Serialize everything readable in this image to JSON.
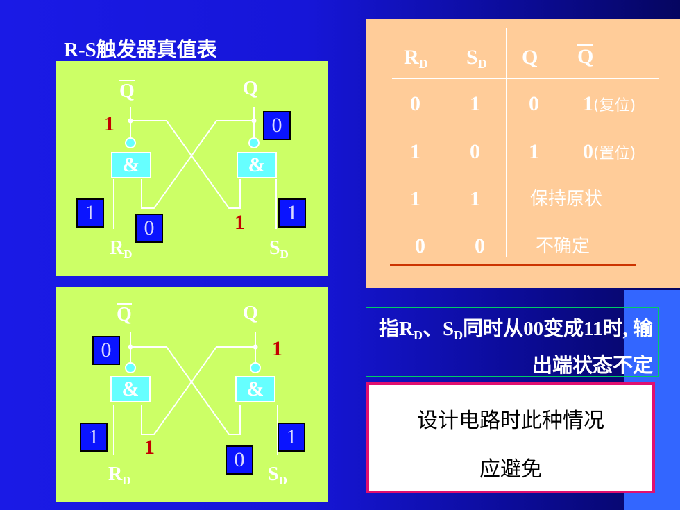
{
  "title": "R-S触发器真值表",
  "circuit_top": {
    "q_bar": "Q",
    "q": "Q",
    "gate_left": "&",
    "gate_right": "&",
    "in_r_main": "R",
    "in_r_sub": "D",
    "in_s_main": "S",
    "in_s_sub": "D",
    "q_bar_value": "1",
    "q_value": "0",
    "r_value": "1",
    "r_feedback_value": "0",
    "s_feedback_value": "1",
    "s_value": "1"
  },
  "circuit_bottom": {
    "q_bar": "Q",
    "q": "Q",
    "gate_left": "&",
    "gate_right": "&",
    "in_r_main": "R",
    "in_r_sub": "D",
    "in_s_main": "S",
    "in_s_sub": "D",
    "q_bar_value": "0",
    "q_value": "1",
    "r_value": "1",
    "r_feedback_value": "1",
    "s_feedback_value": "0",
    "s_value": "1"
  },
  "truth_table": {
    "headers": {
      "rd_main": "R",
      "rd_sub": "D",
      "sd_main": "S",
      "sd_sub": "D",
      "q": "Q",
      "q_bar": "Q"
    },
    "rows": [
      {
        "rd": "0",
        "sd": "1",
        "q": "0",
        "q_bar_num": "1",
        "q_bar_note": "(复位)"
      },
      {
        "rd": "1",
        "sd": "0",
        "q": "1",
        "q_bar_num": "0",
        "q_bar_note": "(置位)"
      },
      {
        "rd": "1",
        "sd": "1",
        "state": "保持原状"
      },
      {
        "rd": "0",
        "sd": "0",
        "state": "不确定"
      }
    ]
  },
  "note": {
    "part1": "指R",
    "sub1": "D",
    "part2": "、S",
    "sub2": "D",
    "part3": "同时从00变成11时, 输出端状态不定"
  },
  "warning": {
    "line1": "设计电路时此种情况",
    "line2": "应避免"
  },
  "colors": {
    "background": "#1a1ae6",
    "circuit_panel": "#ccff66",
    "truth_table_panel": "#ffcc99",
    "gate": "#66ffff",
    "input_box": "#0a14ff",
    "value_red": "#c40000",
    "underline": "#cc3300",
    "warning_border": "#e0106f"
  }
}
